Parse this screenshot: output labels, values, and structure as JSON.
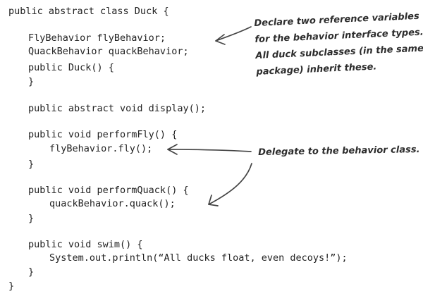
{
  "code_lines": [
    "public abstract class Duck {",
    "FlyBehavior flyBehavior;",
    "QuackBehavior quackBehavior;",
    "public Duck() {",
    "}",
    "public abstract void display();",
    "public void performFly() {",
    "flyBehavior.fly();",
    "}",
    "public void performQuack() {",
    "quackBehavior.quack();",
    "}",
    "public void swim() {",
    "System.out.println(“All ducks float, even decoys!”);",
    "}",
    "}"
  ],
  "annotations": {
    "declare": "Declare two reference variables\nfor the behavior interface types.\nAll duck subclasses (in the same\npackage) inherit these.",
    "delegate": "Delegate to the behavior class."
  }
}
